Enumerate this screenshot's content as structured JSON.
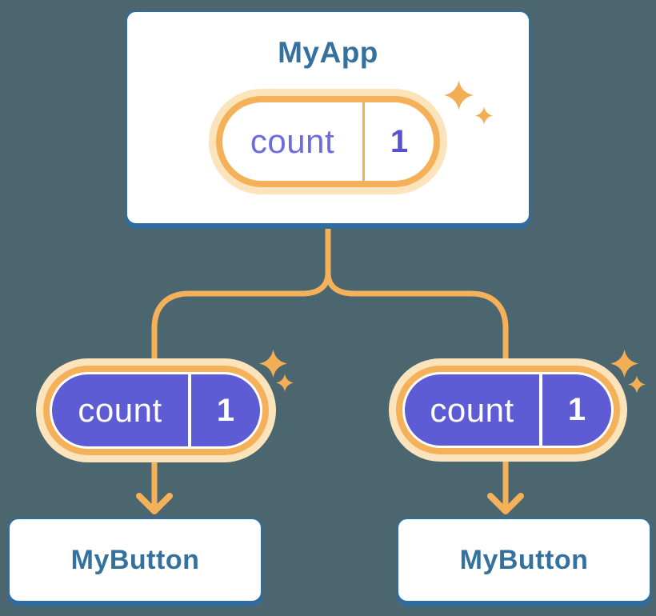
{
  "diagram": {
    "description": "Component tree diagram: root component passes state to two child components",
    "root": {
      "title": "MyApp",
      "state": {
        "name": "count",
        "value": "1"
      }
    },
    "children": [
      {
        "title": "MyButton",
        "state": {
          "name": "count",
          "value": "1"
        }
      },
      {
        "title": "MyButton",
        "state": {
          "name": "count",
          "value": "1"
        }
      }
    ],
    "icons": {
      "sparkle": "sparkle-icon"
    },
    "colors": {
      "background": "#4B666E",
      "card_background": "#FFFFFF",
      "card_border": "#2F6D9F",
      "title_text": "#35719E",
      "state_pill_purple": "#5D5CD5",
      "state_label_purple": "#6C6CE0",
      "state_value_purple": "#5653CE",
      "connector_orange": "#F4B159",
      "pill_ring_orange": "#F4B159",
      "pill_halo": "#FBE4BC",
      "sparkle_orange": "#F3AE55"
    }
  }
}
